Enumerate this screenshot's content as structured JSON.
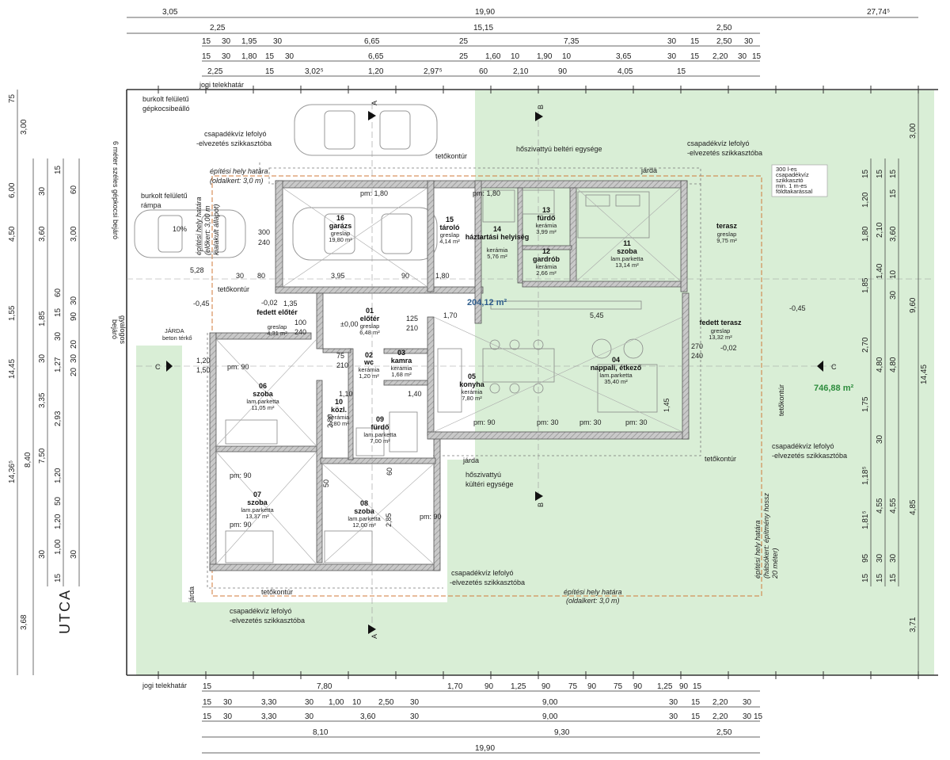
{
  "colors": {
    "garden": "#d9eed6",
    "wall": "#7a7a7a",
    "wall_fill": "#b9b9b9",
    "dim_line": "#333333",
    "area_text": "#2e5d8c",
    "plot_text": "#2c8c3c",
    "boundary": "#d07a3a"
  },
  "street": "UTCA",
  "total_floor_area": "204,12 m²",
  "plot_area": "746,88 m²",
  "rooms": [
    {
      "num": "16",
      "name": "garázs",
      "floor": "greslap",
      "area": "19,80 m²"
    },
    {
      "num": "15",
      "name": "tároló",
      "floor": "greslap",
      "area": "4,14 m²"
    },
    {
      "num": "14",
      "name": "háztartási helyiség",
      "floor": "kerámia",
      "area": "5,76 m²"
    },
    {
      "num": "13",
      "name": "fürdő",
      "floor": "kerámia",
      "area": "3,99 m²"
    },
    {
      "num": "12",
      "name": "gardrób",
      "floor": "kerámia",
      "area": "2,66 m²"
    },
    {
      "num": "11",
      "name": "szoba",
      "floor": "lam.parketta",
      "area": "13,14 m²"
    },
    {
      "num": "01",
      "name": "előtér",
      "floor": "greslap",
      "area": "6,48 m²"
    },
    {
      "num": "02",
      "name": "wc",
      "floor": "kerámia",
      "area": "1,20 m²"
    },
    {
      "num": "03",
      "name": "kamra",
      "floor": "kerámia",
      "area": "1,68 m²"
    },
    {
      "num": "05",
      "name": "konyha",
      "floor": "kerámia",
      "area": "7,80 m²"
    },
    {
      "num": "04",
      "name": "nappali, étkező",
      "floor": "lam.parketta",
      "area": "35,40 m²"
    },
    {
      "num": "06",
      "name": "szoba",
      "floor": "lam.parketta",
      "area": "11,05 m²"
    },
    {
      "num": "10",
      "name": "közl.",
      "floor": "kerámia",
      "area": "4,80 m²"
    },
    {
      "num": "09",
      "name": "fürdő",
      "floor": "lam.parketta",
      "area": "7,00 m²"
    },
    {
      "num": "07",
      "name": "szoba",
      "floor": "lam.parketta",
      "area": "13,37 m²"
    },
    {
      "num": "08",
      "name": "szoba",
      "floor": "lam.parketta",
      "area": "12,00 m²"
    }
  ],
  "exterior": {
    "terasz": {
      "name": "terasz",
      "floor": "greslap",
      "area": "9,75 m²"
    },
    "fedett_terasz": {
      "name": "fedett terasz",
      "floor": "greslap",
      "area": "13,32 m²"
    },
    "fedett_eloter": {
      "name": "fedett előtér",
      "floor": "greslap",
      "area": "4,31 m²"
    }
  },
  "notes": {
    "jogi_telekhatar": "jogi telekhatár",
    "burkolt_parking_1": "burkolt felületű",
    "burkolt_parking_2": "gépkocsibeálló",
    "burkolt_rampa_1": "burkolt felületű",
    "burkolt_rampa_2": "rámpa",
    "csapadek_1": "csapadékvíz lefolyó",
    "csapadek_2": "-elvezetés szikkasztóba",
    "hoszivattyu_bel": "hőszivattyú beltéri egysége",
    "hoszivattyu_kul_1": "hőszivattyú",
    "hoszivattyu_kul_2": "kültéri egysége",
    "tetokontur": "tetőkontúr",
    "jarda": "járda",
    "jarda_beton_1": "JÁRDA",
    "jarda_beton_2": "beton térkő",
    "gyalogos_1": "gyalogos",
    "gyalogos_2": "bejáró",
    "epitesi_oldal_1": "építési hely határa",
    "epitesi_oldal_2": "(oldalkert: 3,0 m)",
    "epitesi_elo_1": "építési hely határa",
    "epitesi_elo_2": "(előkert: 3,00 m",
    "epitesi_elo_3": "kialakult állapot)",
    "epitesi_hatso_1": "építési hely határa",
    "epitesi_hatso_2": "(hátsókert: építmény hossz",
    "epitesi_hatso_3": "20 méter)",
    "kapubejaro": "6 méter széles gépkocsi bejáró",
    "szikkaszto_1": "300 l-es",
    "szikkaszto_2": "csapadékvíz",
    "szikkaszto_3": "szikkasztó",
    "szikkaszto_4": "min. 1 m-es",
    "szikkaszto_5": "földtakarással",
    "ramp_slope": "10%",
    "level_m045a": "-0,45",
    "level_m045b": "-0,45",
    "level_m002a": "-0,02",
    "level_m002b": "-0,02",
    "level_000": "±0,00"
  },
  "section_marks": [
    "A",
    "A",
    "B",
    "B",
    "C",
    "C"
  ],
  "dims_top": {
    "r1": [
      "3,05",
      "19,90",
      "27,74⁵"
    ],
    "r2": [
      "2,25",
      "15,15",
      "2,50"
    ],
    "r3": [
      "15",
      "30",
      "1,95",
      "30",
      "6,65",
      "25",
      "7,35",
      "30",
      "15",
      "2,50",
      "30"
    ],
    "r4": [
      "15",
      "30",
      "1,80",
      "15",
      "30",
      "6,65",
      "25",
      "1,60",
      "10",
      "1,90",
      "10",
      "3,65",
      "30",
      "15",
      "2,20",
      "30",
      "15"
    ],
    "r5": [
      "2,25",
      "15",
      "3,02⁵",
      "1,20",
      "2,97⁵",
      "60",
      "2,10",
      "90",
      "4,05",
      "15"
    ]
  },
  "dims_bottom": {
    "r1": [
      "15",
      "7,80",
      "1,70",
      "90",
      "1,25",
      "90",
      "75",
      "90",
      "75",
      "90",
      "1,25",
      "90",
      "15"
    ],
    "r2": [
      "15",
      "30",
      "3,30",
      "30",
      "1,00",
      "10",
      "2,50",
      "30",
      "9,00",
      "30",
      "15",
      "2,20",
      "30"
    ],
    "r3": [
      "15",
      "30",
      "3,30",
      "30",
      "3,60",
      "30",
      "9,00",
      "30",
      "15",
      "2,20",
      "30",
      "15"
    ],
    "r4": [
      "8,10",
      "9,30",
      "2,50"
    ],
    "r5": [
      "19,90"
    ]
  },
  "dims_left": {
    "c1": [
      "75",
      "3,00",
      "6,00",
      "4,50",
      "1,55",
      "14,45",
      "8,40",
      "3,68"
    ],
    "c2": [
      "14,36⁵"
    ],
    "c3": [
      "30",
      "3,60",
      "1,85",
      "30",
      "3,35",
      "7,50",
      "30"
    ],
    "c4": [
      "15",
      "60",
      "15",
      "30",
      "1,27",
      "2,93",
      "1,20",
      "50",
      "1,20",
      "1,00",
      "15"
    ],
    "c5": [
      "3,00",
      "60",
      "30",
      "20",
      "30",
      "30",
      "20",
      "90"
    ]
  },
  "dims_right": {
    "c1": [
      "15",
      "1,20",
      "1,80",
      "1,85",
      "2,70",
      "1,75",
      "1,18⁵",
      "1,81⁵",
      "95",
      "15"
    ],
    "c2": [
      "15",
      "2,10",
      "1,40",
      "4,80",
      "30",
      "4,55",
      "30",
      "15"
    ],
    "c3": [
      "15",
      "15",
      "3,60",
      "10",
      "30",
      "4,80",
      "4,55",
      "30",
      "15"
    ],
    "c4": [
      "3,00",
      "9,60",
      "14,45",
      "4,85",
      "3,71"
    ]
  },
  "openings": {
    "o1": "pm: 1,80",
    "o2": "pm: 1,80",
    "o3": "pm: 90",
    "o4": "pm: 90",
    "o5": "pm: 30",
    "o6": "pm: 30",
    "o7": "pm: 30",
    "o8": "pm: 90",
    "o9": "pm: 90",
    "o10": "pm: 90",
    "w300": "300",
    "w240": "240",
    "w80": "80",
    "w30": "30",
    "w395": "3,95",
    "w90": "90",
    "w180": "1,80",
    "w528": "5,28",
    "w135": "1,35",
    "w100": "100",
    "w240b": "240",
    "w170": "1,70",
    "w545": "5,45",
    "w270": "270",
    "w240c": "240",
    "w125": "125",
    "w210": "210",
    "w75": "75",
    "w210b": "210",
    "w145": "1,45",
    "w120": "1,20",
    "w150": "1,50",
    "w110": "1,10",
    "w140": "1,40",
    "w285": "2,85",
    "w280": "2,80",
    "w60": "60",
    "w50": "50"
  }
}
